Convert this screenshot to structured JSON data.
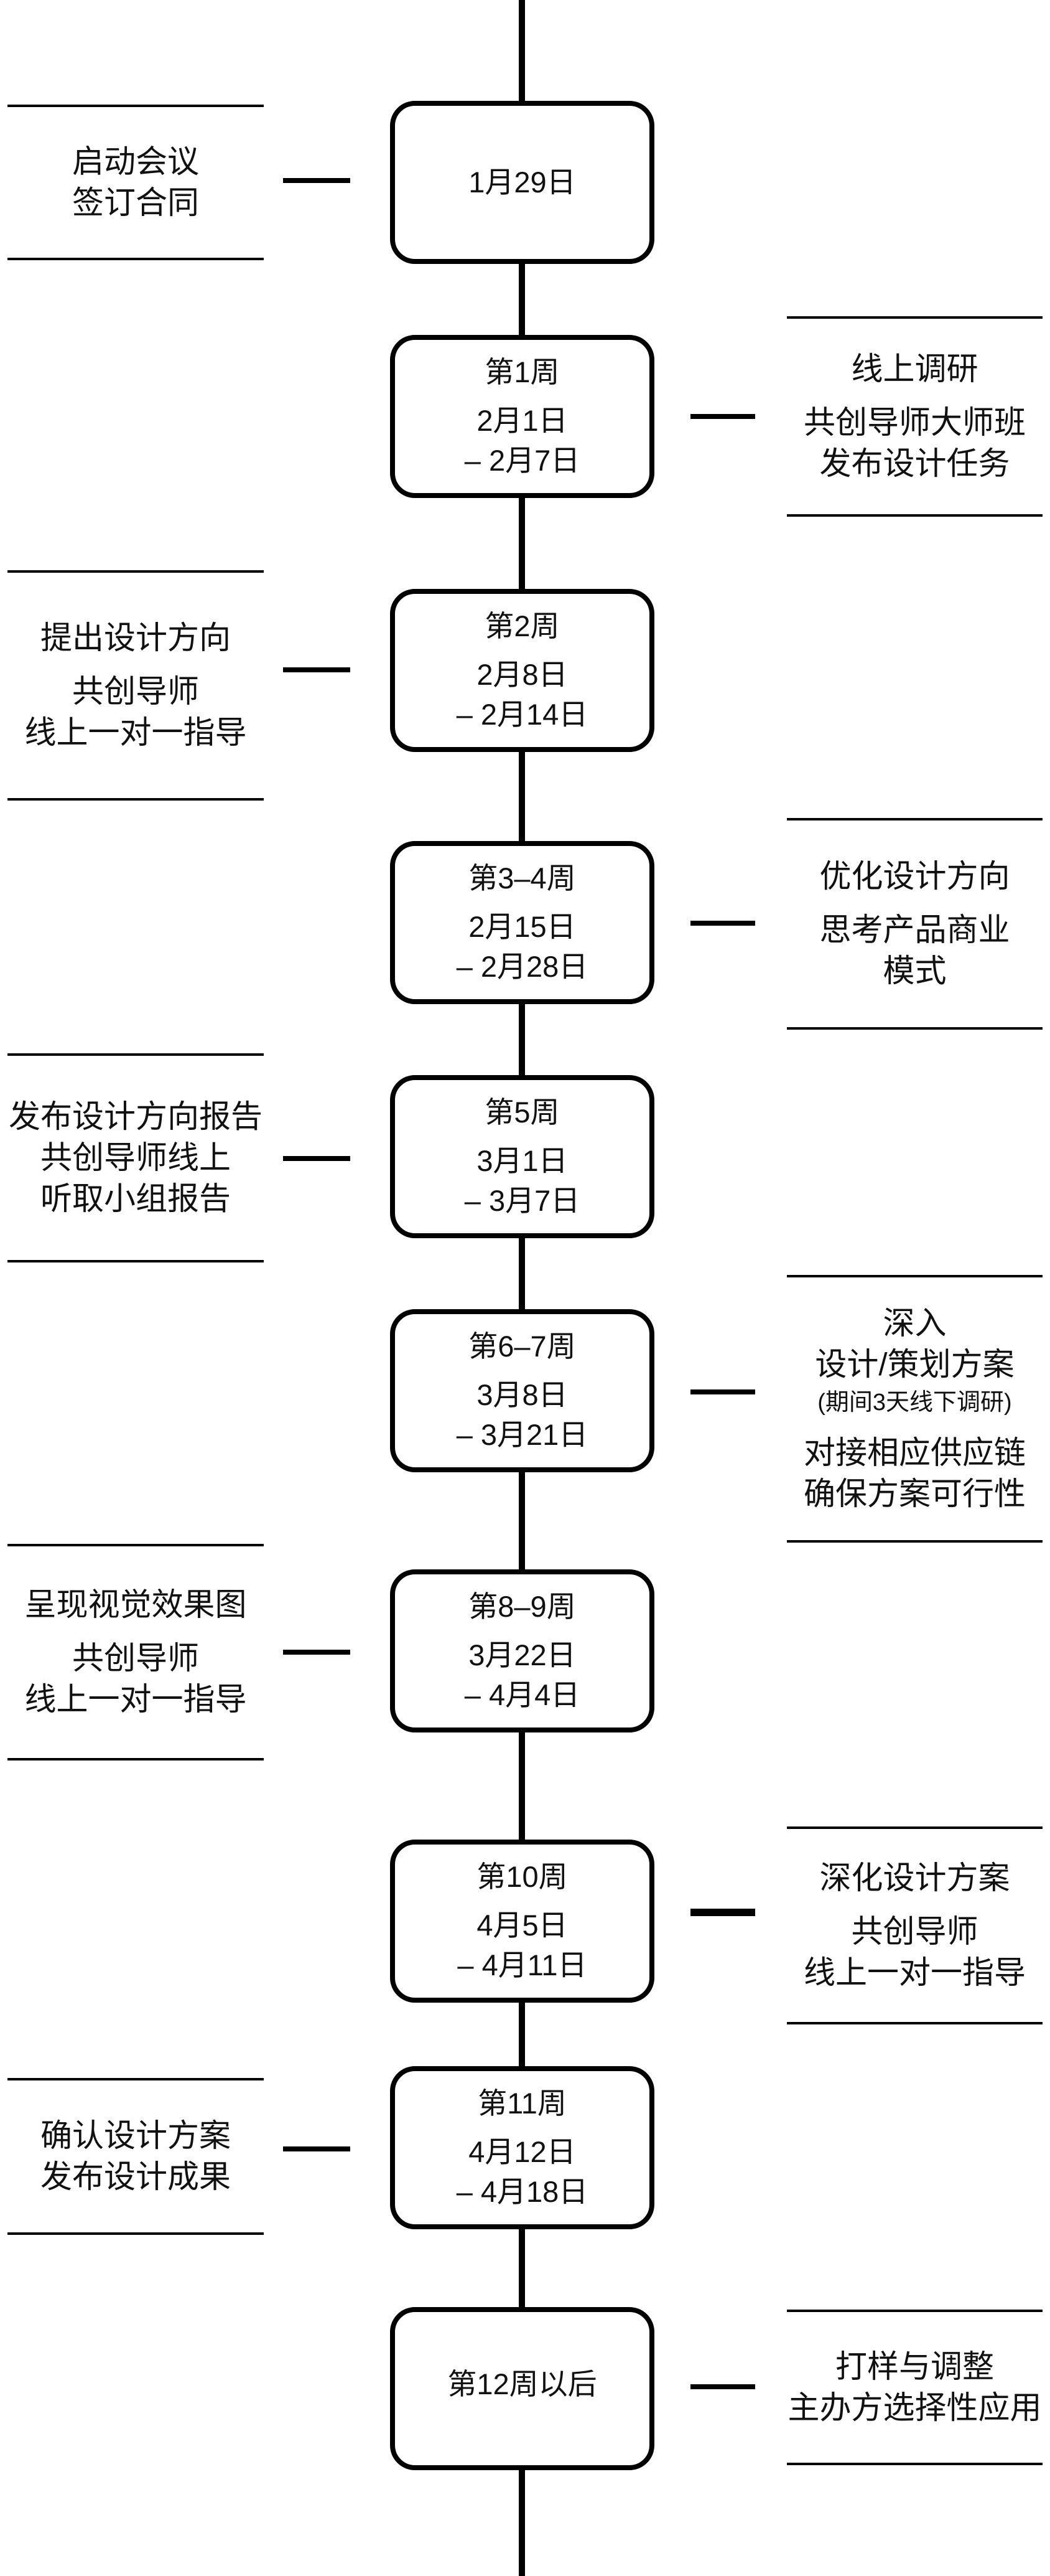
{
  "stages": [
    {
      "week": "",
      "date_start": "1月29日",
      "date_end": "",
      "side": "left",
      "note": [
        "启动会议",
        "签订合同"
      ]
    },
    {
      "week": "第1周",
      "date_start": "2月1日",
      "date_end": "– 2月7日",
      "side": "right",
      "note": [
        "线上调研",
        "",
        "共创导师大师班",
        "发布设计任务"
      ]
    },
    {
      "week": "第2周",
      "date_start": "2月8日",
      "date_end": "– 2月14日",
      "side": "left",
      "note": [
        "提出设计方向",
        "",
        "共创导师",
        "线上一对一指导"
      ]
    },
    {
      "week": "第3–4周",
      "date_start": "2月15日",
      "date_end": "– 2月28日",
      "side": "right",
      "note": [
        "优化设计方向",
        "",
        "思考产品商业",
        "模式"
      ]
    },
    {
      "week": "第5周",
      "date_start": "3月1日",
      "date_end": "– 3月7日",
      "side": "left",
      "note": [
        "发布设计方向报告",
        "共创导师线上",
        "听取小组报告"
      ]
    },
    {
      "week": "第6–7周",
      "date_start": "3月8日",
      "date_end": "– 3月21日",
      "side": "right",
      "note": [
        "深入",
        "设计/策划方案",
        "(期间3天线下调研)",
        "",
        "对接相应供应链",
        "确保方案可行性"
      ]
    },
    {
      "week": "第8–9周",
      "date_start": "3月22日",
      "date_end": "– 4月4日",
      "side": "left",
      "note": [
        "呈现视觉效果图",
        "",
        "共创导师",
        "线上一对一指导"
      ]
    },
    {
      "week": "第10周",
      "date_start": "4月5日",
      "date_end": "– 4月11日",
      "side": "right",
      "note": [
        "深化设计方案",
        "",
        "共创导师",
        "线上一对一指导"
      ]
    },
    {
      "week": "第11周",
      "date_start": "4月12日",
      "date_end": "– 4月18日",
      "side": "left",
      "note": [
        "确认设计方案",
        "发布设计成果"
      ]
    },
    {
      "week": "第12周以后",
      "date_start": "",
      "date_end": "",
      "side": "right",
      "note": [
        "打样与调整",
        "主办方选择性应用"
      ]
    }
  ]
}
